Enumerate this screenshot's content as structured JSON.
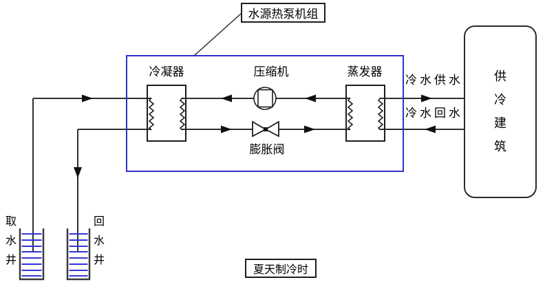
{
  "diagram": {
    "title_box": "水源热泵机组",
    "mode_box": "夏天制冷时",
    "components": {
      "condenser": "冷凝器",
      "compressor": "压缩机",
      "evaporator": "蒸发器",
      "expansion_valve": "膨胀阀"
    },
    "water_lines": {
      "supply": "冷水供水",
      "return": "冷水回水"
    },
    "building": "供冷建筑",
    "wells": {
      "intake": "取水井",
      "return": "回水井"
    }
  },
  "colors": {
    "unit_box_border": "#2e2ecf",
    "well_water": "#3434d6",
    "line": "#2f2f2f",
    "text": "#000000",
    "background": "#ffffff"
  }
}
